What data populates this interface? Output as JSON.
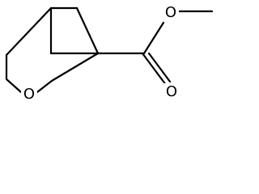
{
  "molecule": {
    "atoms": {
      "ring_oxygen": "O",
      "carbonyl_oxygen": "O",
      "ester_oxygen": "O"
    },
    "colors": {
      "bond": "#000000",
      "text": "#000000",
      "background": "#ffffff"
    }
  }
}
